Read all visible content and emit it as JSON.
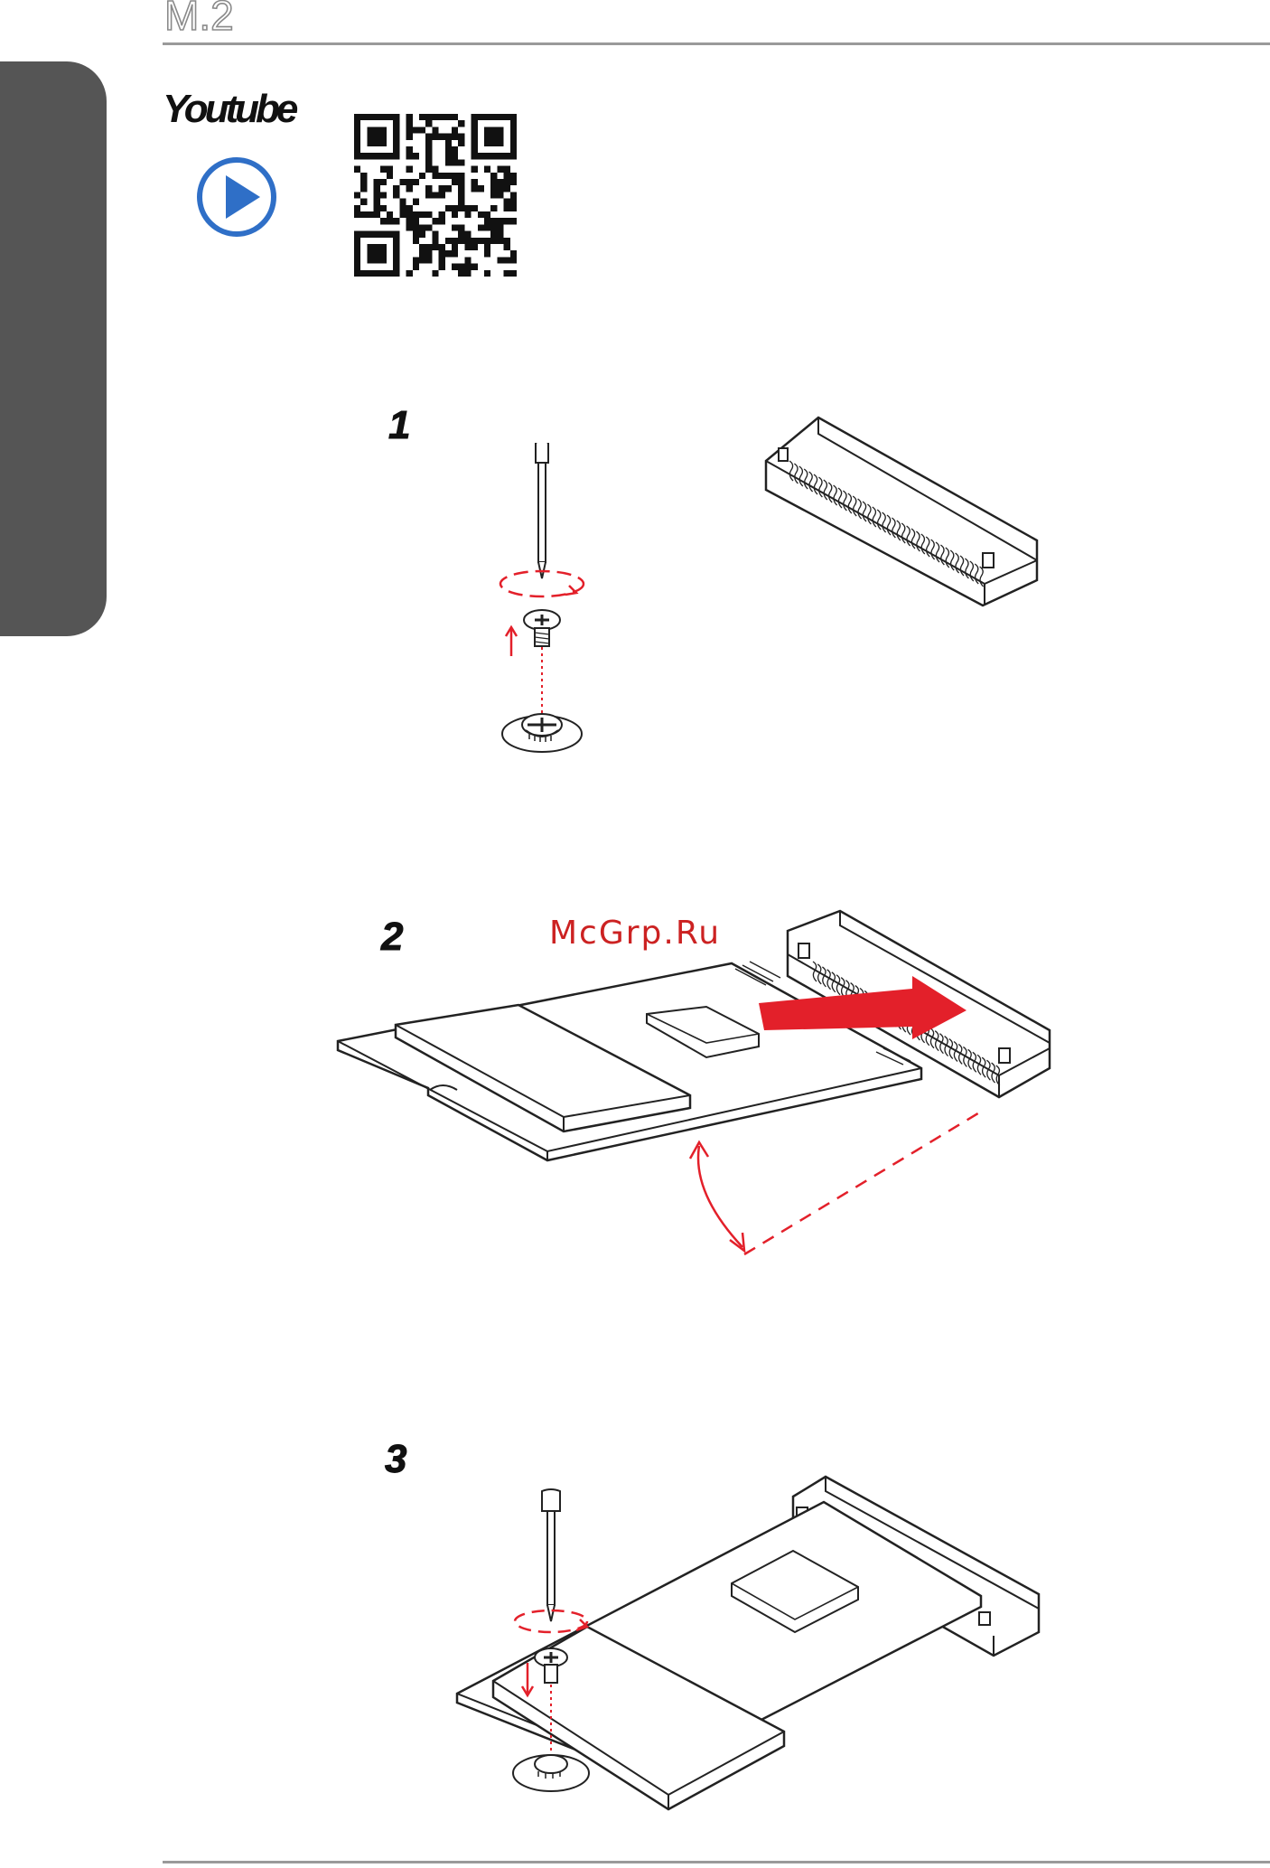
{
  "header": {
    "title": "M.2"
  },
  "youtube": {
    "label": "Youtube",
    "play_icon": "play-circle-icon",
    "qr_icon": "qr-code-icon"
  },
  "steps": [
    {
      "number": "1"
    },
    {
      "number": "2"
    },
    {
      "number": "3"
    }
  ],
  "watermark": "McGrp.Ru",
  "colors": {
    "accent_red": "#e3202a",
    "play_blue": "#2f6fc7",
    "side_tab": "#555555",
    "rule": "#9a9a9a"
  }
}
